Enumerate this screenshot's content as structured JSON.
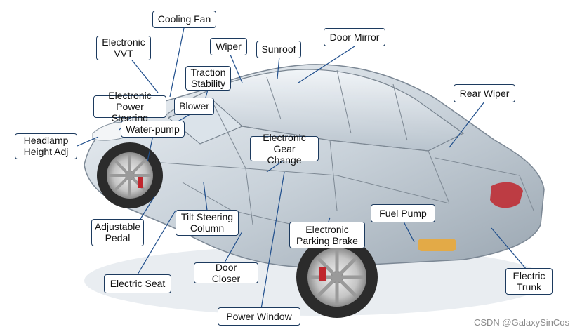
{
  "labels": {
    "cooling_fan": "Cooling Fan",
    "electronic_vvt": "Electronic\nVVT",
    "wiper": "Wiper",
    "sunroof": "Sunroof",
    "door_mirror": "Door Mirror",
    "traction_stability": "Traction\nStability",
    "electronic_power_steering": "Electronic\nPower Steering",
    "blower": "Blower",
    "rear_wiper": "Rear Wiper",
    "water_pump": "Water-pump",
    "headlamp_height_adj": "Headlamp\nHeight Adj",
    "electronic_gear_change": "Electronic\nGear Change",
    "fuel_pump": "Fuel Pump",
    "adjustable_pedal": "Adjustable\nPedal",
    "tilt_steering_column": "Tilt Steering\nColumn",
    "electronic_parking_brake": "Electronic\nParking Brake",
    "door_closer": "Door\nCloser",
    "electric_seat": "Electric Seat",
    "electric_trunk": "Electric\nTrunk",
    "power_window": "Power Window"
  },
  "watermark": "CSDN @GalaxySinCos",
  "colors": {
    "callout_border": "#1c3a5e",
    "leader_line": "#1f4e8c",
    "car_glass": "#cfd8e0",
    "tyre": "#2b2b2b"
  }
}
